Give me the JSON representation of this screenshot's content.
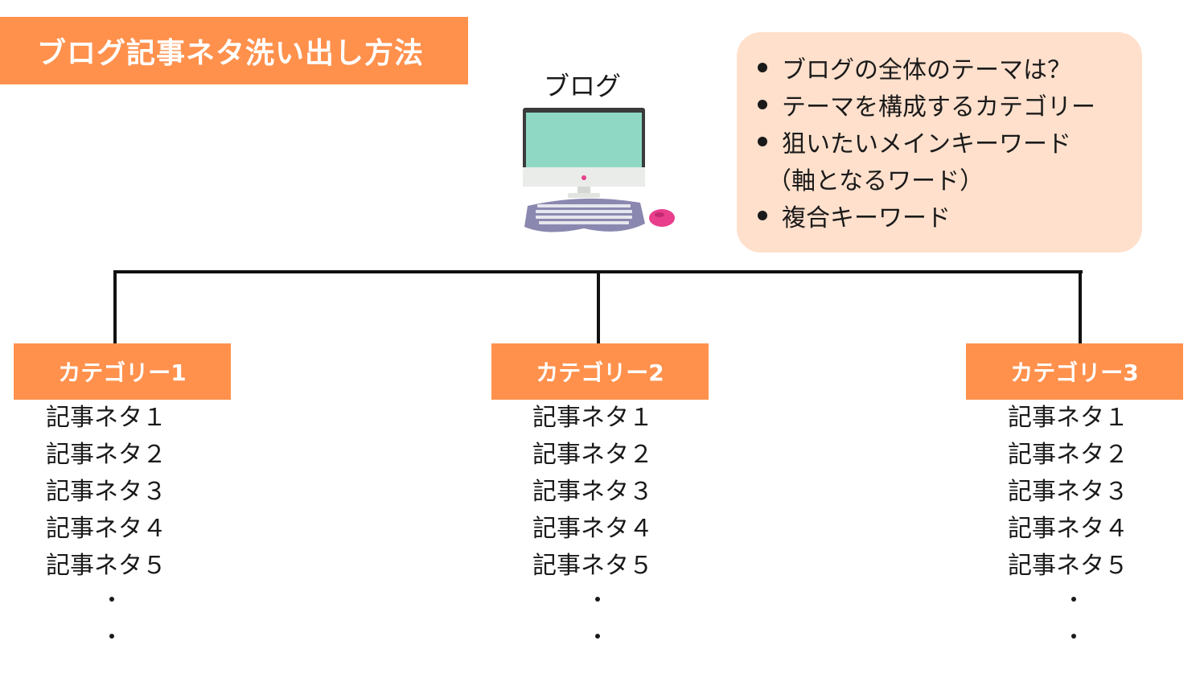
{
  "title": "ブログ記事ネタ洗い出し方法",
  "root_label": "ブログ",
  "info_items": [
    {
      "text": "ブログの全体のテーマは？",
      "bullet": true
    },
    {
      "text": "テーマを構成するカテゴリー",
      "bullet": true
    },
    {
      "text": "狙いたいメインキーワード",
      "bullet": true
    },
    {
      "text": "（軸となるワード）",
      "bullet": false
    },
    {
      "text": "複合キーワード",
      "bullet": true
    }
  ],
  "categories": [
    {
      "label": "カテゴリー1",
      "topics": [
        "記事ネタ１",
        "記事ネタ２",
        "記事ネタ３",
        "記事ネタ４",
        "記事ネタ５"
      ]
    },
    {
      "label": "カテゴリー2",
      "topics": [
        "記事ネタ１",
        "記事ネタ２",
        "記事ネタ３",
        "記事ネタ４",
        "記事ネタ５"
      ]
    },
    {
      "label": "カテゴリー3",
      "topics": [
        "記事ネタ１",
        "記事ネタ２",
        "記事ネタ３",
        "記事ネタ４",
        "記事ネタ５"
      ]
    }
  ],
  "colors": {
    "accent": "#ff914d",
    "info_bg": "#ffe0cc",
    "screen": "#8fd9c4",
    "keyboard": "#8a88b0",
    "mouse": "#e83e8c"
  },
  "icons": {
    "root": "desktop-computer-icon"
  }
}
